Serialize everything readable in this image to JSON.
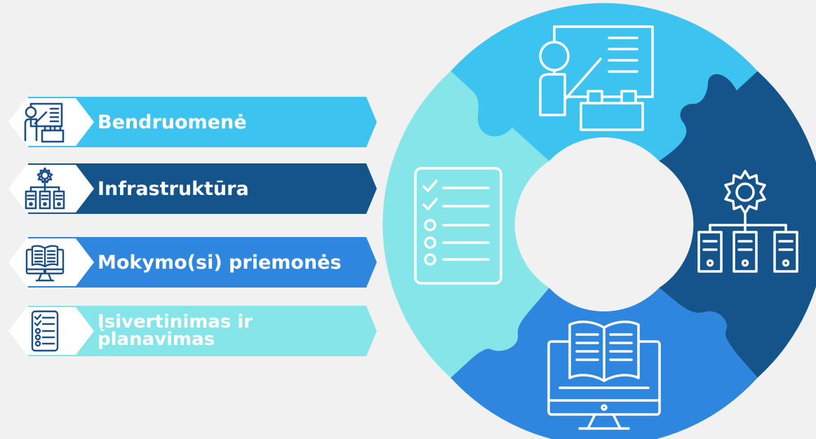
{
  "items": [
    {
      "label": "Bendruomenė",
      "color": "#3cc3ef",
      "icon": "teacher-presentation-icon"
    },
    {
      "label": "Infrastruktūra",
      "color": "#14548a",
      "icon": "gear-network-icon"
    },
    {
      "label": "Mokymo(si) priemonės",
      "color": "#2f86de",
      "icon": "computer-book-icon"
    },
    {
      "label": "Įsivertinimas ir planavimas",
      "color": "#86e5e8",
      "icon": "checklist-icon"
    }
  ],
  "colors": {
    "background": "#f1f1f1",
    "icon_stroke_dark": "#1d4f87",
    "hexagon_fill": "#ffffff"
  }
}
